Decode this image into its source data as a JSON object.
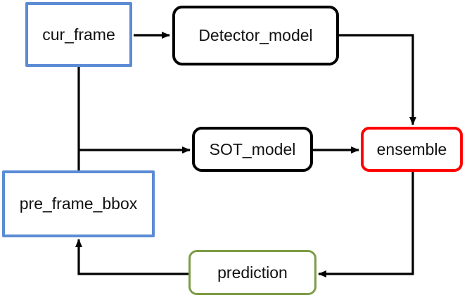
{
  "diagram": {
    "nodes": {
      "cur_frame": {
        "label": "cur_frame",
        "shape": "rectangle",
        "border_color": "#5B8BD5"
      },
      "detector_model": {
        "label": "Detector_model",
        "shape": "rounded-rectangle",
        "border_color": "#000000"
      },
      "sot_model": {
        "label": "SOT_model",
        "shape": "rounded-rectangle",
        "border_color": "#000000"
      },
      "ensemble": {
        "label": "ensemble",
        "shape": "rounded-rectangle",
        "border_color": "#FF0000"
      },
      "pre_frame_bbox": {
        "label": "pre_frame_bbox",
        "shape": "rectangle",
        "border_color": "#5B8BD5"
      },
      "prediction": {
        "label": "prediction",
        "shape": "rounded-rectangle",
        "border_color": "#7D9C46"
      }
    },
    "edges": [
      {
        "from": "cur_frame",
        "to": "detector_model",
        "directed": true
      },
      {
        "from": "detector_model",
        "to": "ensemble",
        "directed": true
      },
      {
        "from": "cur_frame",
        "to": "pre_frame_bbox",
        "directed": false
      },
      {
        "from": "cur_frame-pre_frame_bbox-junction",
        "to": "sot_model",
        "directed": true
      },
      {
        "from": "sot_model",
        "to": "ensemble",
        "directed": true
      },
      {
        "from": "ensemble",
        "to": "prediction",
        "directed": true
      },
      {
        "from": "prediction",
        "to": "pre_frame_bbox",
        "directed": true
      }
    ],
    "colors": {
      "background": "#FFFFFF",
      "line": "#000000",
      "text": "#111111",
      "blue_accent": "#5B8BD5",
      "red_accent": "#FF0000",
      "green_accent": "#7D9C46"
    }
  }
}
